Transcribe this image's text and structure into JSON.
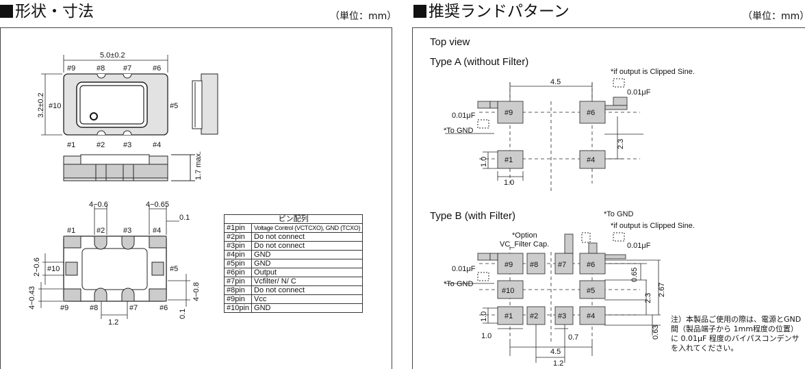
{
  "left": {
    "title": "形状・寸法",
    "unit": "（単位：mm）",
    "top_width": "5.0±0.2",
    "side_height": "3.2±0.2",
    "max_height": "1.7 max.",
    "pad_width": "4−0.6",
    "pad_width2": "4−0.65",
    "gap1": "0.1",
    "gap2": "0.1",
    "dim_2_06": "2−0.6",
    "dim_4_043": "4−0.43",
    "dim_4_08": "4−0.8",
    "dim_12": "1.2",
    "pins": {
      "p1": "#1",
      "p2": "#2",
      "p3": "#3",
      "p4": "#4",
      "p5": "#5",
      "p6": "#6",
      "p7": "#7",
      "p8": "#8",
      "p9": "#9",
      "p10": "#10"
    },
    "table": {
      "header": "ピン配列",
      "rows": [
        {
          "pin": "#1pin",
          "fn": "Voltage Control (VCTCXO), GND (TCXO)"
        },
        {
          "pin": "#2pin",
          "fn": "Do not connect"
        },
        {
          "pin": "#3pin",
          "fn": "Do not connect"
        },
        {
          "pin": "#4pin",
          "fn": "GND"
        },
        {
          "pin": "#5pin",
          "fn": "GND"
        },
        {
          "pin": "#6pin",
          "fn": "Output"
        },
        {
          "pin": "#7pin",
          "fn": "Vcfilter/ N/ C"
        },
        {
          "pin": "#8pin",
          "fn": "Do not connect"
        },
        {
          "pin": "#9pin",
          "fn": "Vcc"
        },
        {
          "pin": "#10pin",
          "fn": "GND"
        }
      ]
    }
  },
  "right": {
    "title": "推奨ランドパターン",
    "unit": "（単位：mm）",
    "top_view": "Top view",
    "type_a": "Type A (without Filter)",
    "type_b": "Type B (with Filter)",
    "clipped": "*if output is Clipped Sine.",
    "cap": "0.01μF",
    "to_gnd": "*To GND",
    "option": "*Option",
    "vc_filter": "VC_Filter Cap.",
    "d45": "4.5",
    "d23": "2.3",
    "d10": "1.0",
    "d07": "0.7",
    "d12": "1.2",
    "d065": "0.65",
    "d267": "2.67",
    "d063": "0.63",
    "note": "注）本製品ご使用の際は、電源とGND 間（製品端子から 1mm程度の位置）に 0.01μF 程度のバイパスコンデンサを入れてください。"
  }
}
